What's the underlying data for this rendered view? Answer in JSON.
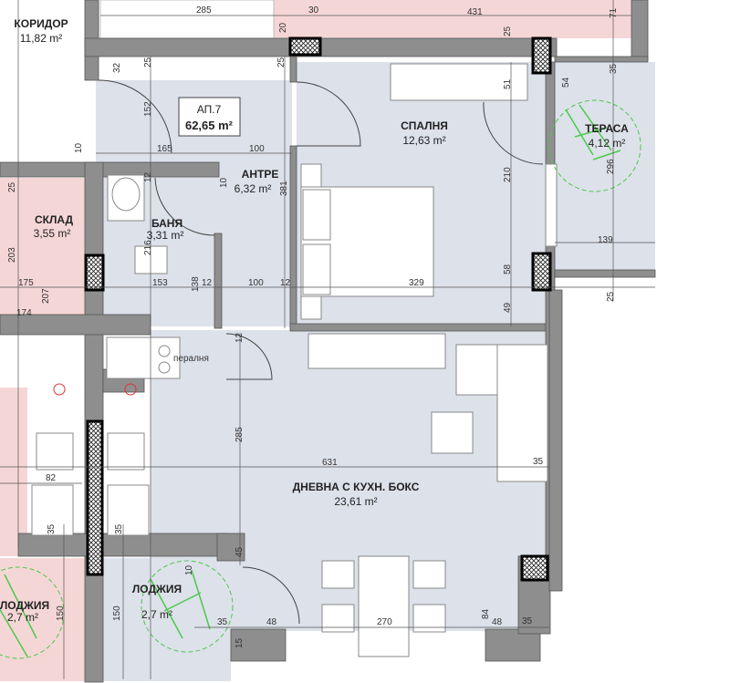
{
  "apartment": {
    "name": "АП.7",
    "area": "62,65 m²"
  },
  "rooms": [
    {
      "name": "КОРИДОР",
      "area": "11,82 m²"
    },
    {
      "name": "АНТРЕ",
      "area": "6,32 m²"
    },
    {
      "name": "БАНЯ",
      "area": "3,31 m²"
    },
    {
      "name": "СКЛАД",
      "area": "3,55 m²"
    },
    {
      "name": "СПАЛНЯ",
      "area": "12,63 m²"
    },
    {
      "name": "ТЕРАСА",
      "area": "4,12 m²"
    },
    {
      "name": "ДНЕВНА С КУХН. БОКС",
      "area": "23,61 m²"
    },
    {
      "name": "ЛОДЖИЯ",
      "area": "2,7 m²"
    },
    {
      "name": "ЛОДЖИЯ",
      "area": "2,7 m²"
    }
  ],
  "labels": {
    "laundry": "пералня"
  },
  "dims": [
    "285",
    "30",
    "431",
    "71",
    "20",
    "25",
    "32",
    "25",
    "25",
    "152",
    "165",
    "100",
    "10",
    "12",
    "10",
    "381",
    "25",
    "203",
    "216",
    "175",
    "153",
    "138",
    "12",
    "100",
    "12",
    "207",
    "174",
    "329",
    "51",
    "54",
    "35",
    "210",
    "296",
    "139",
    "58",
    "49",
    "25",
    "12",
    "285",
    "631",
    "35",
    "82",
    "35",
    "35",
    "45",
    "10",
    "150",
    "150",
    "35",
    "48",
    "270",
    "84",
    "48",
    "35",
    "15"
  ],
  "colors": {
    "room_fill": "#dde1ea",
    "neighbor_fill": "#f5d6d6",
    "wall": "#8e8e8e",
    "plant": "#4cc94c"
  }
}
